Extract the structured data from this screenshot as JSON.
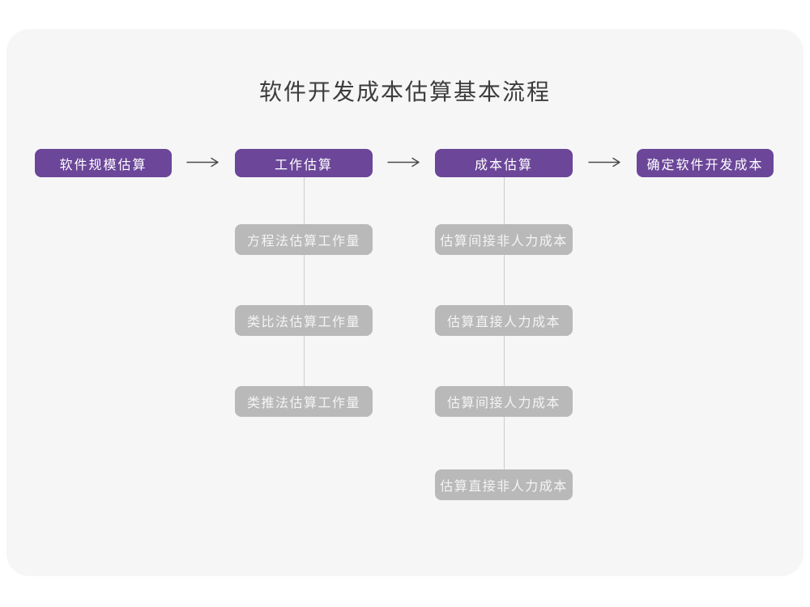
{
  "diagram": {
    "title": "软件开发成本估算基本流程",
    "colors": {
      "primary_node": "#6b4699",
      "secondary_node": "#b9b9b9",
      "connector_line": "#cdcdcd",
      "arrow": "#4a4a4a",
      "canvas_background": "#f6f6f7",
      "title_text": "#3c3c3c"
    },
    "steps": [
      {
        "label": "软件规模估算"
      },
      {
        "label": "工作估算"
      },
      {
        "label": "成本估算"
      },
      {
        "label": "确定软件开发成本"
      }
    ],
    "work_estimation_methods": {
      "parent_step": "工作估算",
      "items": [
        {
          "label": "方程法估算工作量"
        },
        {
          "label": "类比法估算工作量"
        },
        {
          "label": "类推法估算工作量"
        }
      ]
    },
    "cost_estimation_items": {
      "parent_step": "成本估算",
      "items": [
        {
          "label": "估算间接非人力成本"
        },
        {
          "label": "估算直接人力成本"
        },
        {
          "label": "估算间接人力成本"
        },
        {
          "label": "估算直接非人力成本"
        }
      ]
    }
  }
}
